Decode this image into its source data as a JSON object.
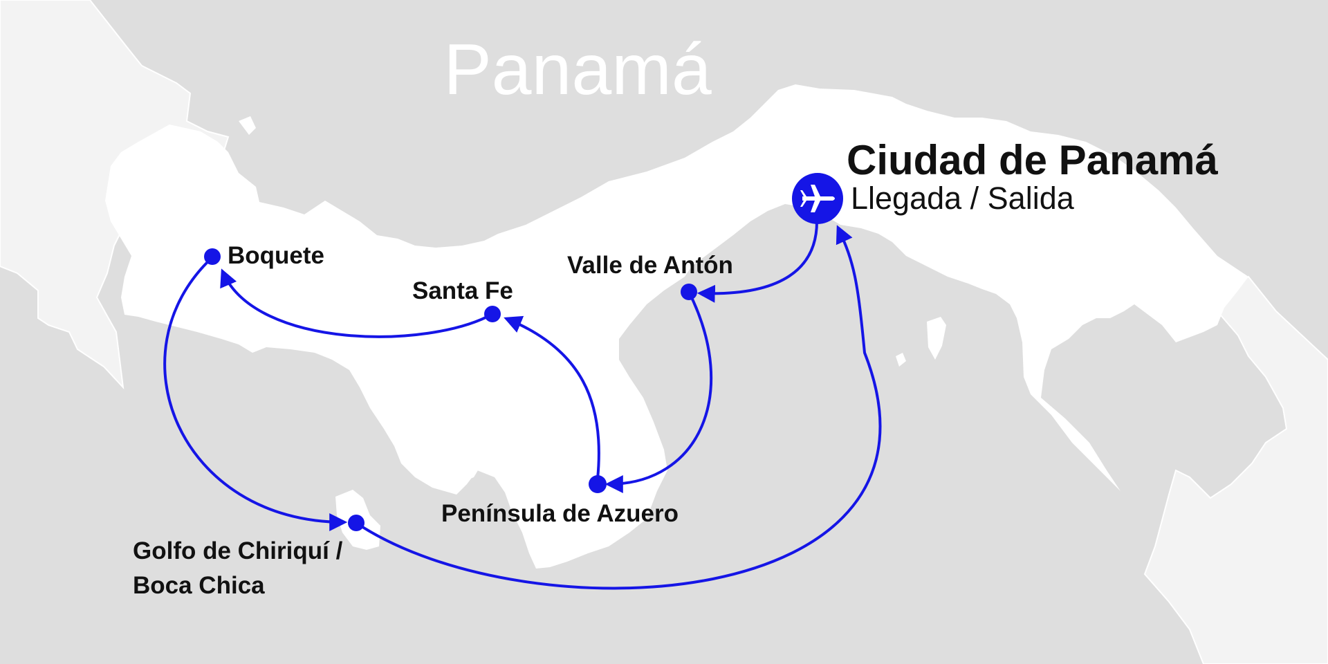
{
  "map": {
    "country_label": "Panamá",
    "capital": {
      "name": "Ciudad de Panamá",
      "subtitle": "Llegada / Salida",
      "icon": "airplane-icon"
    },
    "stops": [
      {
        "id": "boquete",
        "name": "Boquete"
      },
      {
        "id": "santa-fe",
        "name": "Santa Fe"
      },
      {
        "id": "valle-de-anton",
        "name": "Valle de Antón"
      },
      {
        "id": "peninsula-de-azuero",
        "name": "Península de Azuero"
      },
      {
        "id": "golfo-de-chiriqui",
        "name_line1": "Golfo de Chiriquí /",
        "name_line2": "Boca Chica"
      }
    ],
    "route_order": [
      "Ciudad de Panamá",
      "Valle de Antón",
      "Península de Azuero",
      "Santa Fe",
      "Boquete",
      "Golfo de Chiriquí / Boca Chica",
      "Ciudad de Panamá"
    ],
    "colors": {
      "sea": "#dedede",
      "land": "#ffffff",
      "neighbor_land": "#f3f3f3",
      "route": "#1515e6",
      "text": "#111111"
    }
  }
}
